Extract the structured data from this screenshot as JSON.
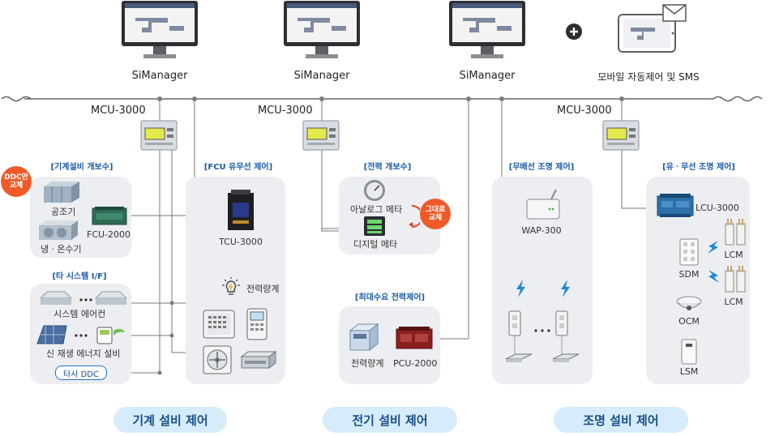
{
  "servers": [
    {
      "label": "SiManager"
    },
    {
      "label": "SiManager"
    },
    {
      "label": "SiManager"
    }
  ],
  "mobile_label": "모바일 자동제어 및 SMS",
  "mcu_labels": [
    "MCU-3000",
    "MCU-3000",
    "MCU-3000"
  ],
  "groups": {
    "mech_retrofit": {
      "title": "[기계설비 개보수]",
      "badge": "DDC만\n교체",
      "ahu": "공조기",
      "fcu": "FCU-2000",
      "chiller": "냉ㆍ온수기"
    },
    "other_system": {
      "title": "[타 시스템 I/F]",
      "aircon": "시스템 에어컨",
      "renewable": "신 재생 에너지 설비",
      "ddc": "타사 DDC"
    },
    "fcu_wired": {
      "title": "[FCU 유무선 제어]",
      "tcu": "TCU-3000",
      "meter": "전력량계"
    },
    "power_retrofit": {
      "title": "[전력 개보수]",
      "analog": "아날로그 메타",
      "digital": "디지털 메타",
      "badge": "그대로\n교체"
    },
    "peak_demand": {
      "title": "[최대수요 전력제어]",
      "meter": "전력량계",
      "pcu": "PCU-2000"
    },
    "wireless_light": {
      "title": "[무배선 조명 제어]",
      "wap": "WAP-300"
    },
    "light_control": {
      "title": "[유ㆍ무선 조명 제어]",
      "lcu": "LCU-3000",
      "sdm": "SDM",
      "lcm1": "LCM",
      "lcm2": "LCM",
      "ocm": "OCM",
      "lsm": "LSM"
    }
  },
  "categories": [
    "기계 설비 제어",
    "전기 설비 제어",
    "조명 설비 제어"
  ],
  "colors": {
    "accent": "#1a5aa8",
    "badge": "#f05a28",
    "pill": "#d6ecfa",
    "panel": "#eceef1",
    "wire": "#777777"
  },
  "icons": [
    "monitor-icon",
    "plus-icon",
    "tablet-icon",
    "envelope-icon",
    "controller-icon",
    "lightning-icon",
    "bulb-icon"
  ]
}
